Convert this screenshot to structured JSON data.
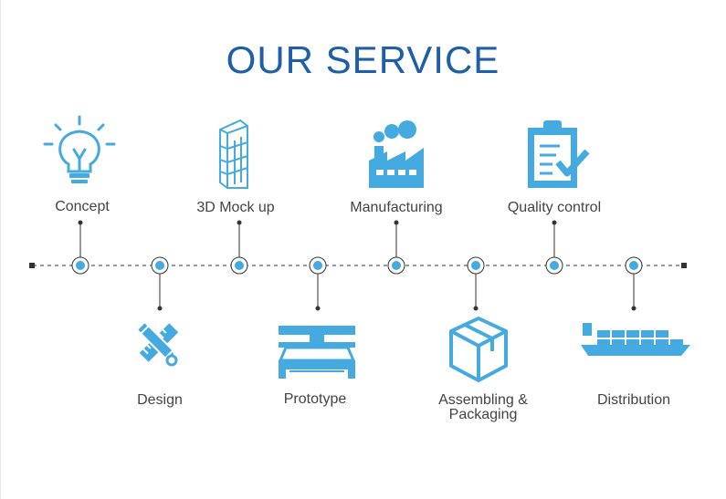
{
  "title": "OUR SERVICE",
  "colors": {
    "accent": "#45aadf",
    "title": "#1f5fa8",
    "line": "#333333",
    "text": "#444444"
  },
  "steps": [
    {
      "label": "Concept",
      "icon": "lightbulb-icon",
      "position": "top"
    },
    {
      "label": "Design",
      "icon": "pencil-ruler-icon",
      "position": "bottom"
    },
    {
      "label": "3D Mock up",
      "icon": "display-shelf-icon",
      "position": "top"
    },
    {
      "label": "Prototype",
      "icon": "printer-machine-icon",
      "position": "bottom"
    },
    {
      "label": "Manufacturing",
      "icon": "factory-icon",
      "position": "top"
    },
    {
      "label": "Assembling &",
      "label2": "Packaging",
      "icon": "box-icon",
      "position": "bottom"
    },
    {
      "label": "Quality control",
      "icon": "clipboard-check-icon",
      "position": "top"
    },
    {
      "label": "Distribution",
      "icon": "cargo-ship-icon",
      "position": "bottom"
    }
  ]
}
